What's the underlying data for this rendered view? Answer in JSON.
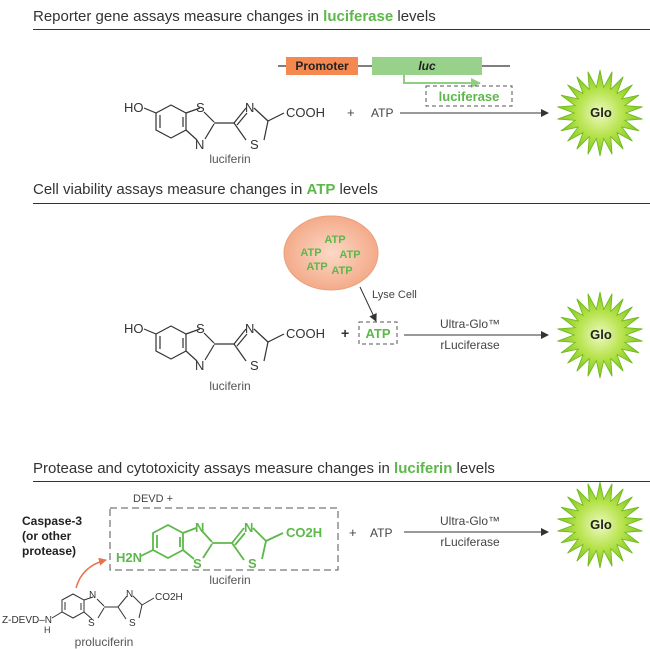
{
  "sections": [
    {
      "heading_before": "Reporter gene assays measure changes in ",
      "heading_highlight": "luciferase",
      "heading_after": " levels",
      "promoter_label": "Promoter",
      "gene_label": "luc",
      "enzyme_label": "luciferase",
      "substrate_label": "luciferin",
      "plus": "+",
      "atp": "ATP",
      "product": "Glo"
    },
    {
      "heading_before": "Cell viability assays measure changes in ",
      "heading_highlight": "ATP",
      "heading_after": " levels",
      "cell_atp_labels": [
        "ATP",
        "ATP",
        "ATP",
        "ATP",
        "ATP"
      ],
      "lyse_label": "Lyse Cell",
      "atp_box": "ATP",
      "substrate_label": "luciferin",
      "plus": "+",
      "enzyme_top": "Ultra-Glo™",
      "enzyme_bottom": "rLuciferase",
      "product": "Glo"
    },
    {
      "heading_before": "Protease and cytotoxicity assays measure changes in ",
      "heading_highlight": "luciferin",
      "heading_after": " levels",
      "devd_label": "DEVD +",
      "protease_lines": [
        "Caspase-3",
        "(or other",
        "protease)"
      ],
      "substrate_label": "luciferin",
      "plus": "+",
      "atp": "ATP",
      "enzyme_top": "Ultra-Glo™",
      "enzyme_bottom": "rLuciferase",
      "product": "Glo",
      "pro_substrate_label": "proluciferin",
      "zdevd_label": "Z-DEVD–N"
    }
  ],
  "chem": {
    "ho": "HO",
    "cooh": "COOH",
    "co2h": "CO2H",
    "h2n": "H2N",
    "s": "S",
    "n": "N",
    "h": "H"
  },
  "colors": {
    "accent_green": "#5cb84a",
    "promoter_orange": "#f4884f",
    "luc_green": "#98d28a",
    "cell_fill": "#f7b99a",
    "burst_green": "#8fd12b",
    "burst_light": "#e9f7b8",
    "text_dark": "#333333",
    "arrow_orange": "#e8734a"
  }
}
